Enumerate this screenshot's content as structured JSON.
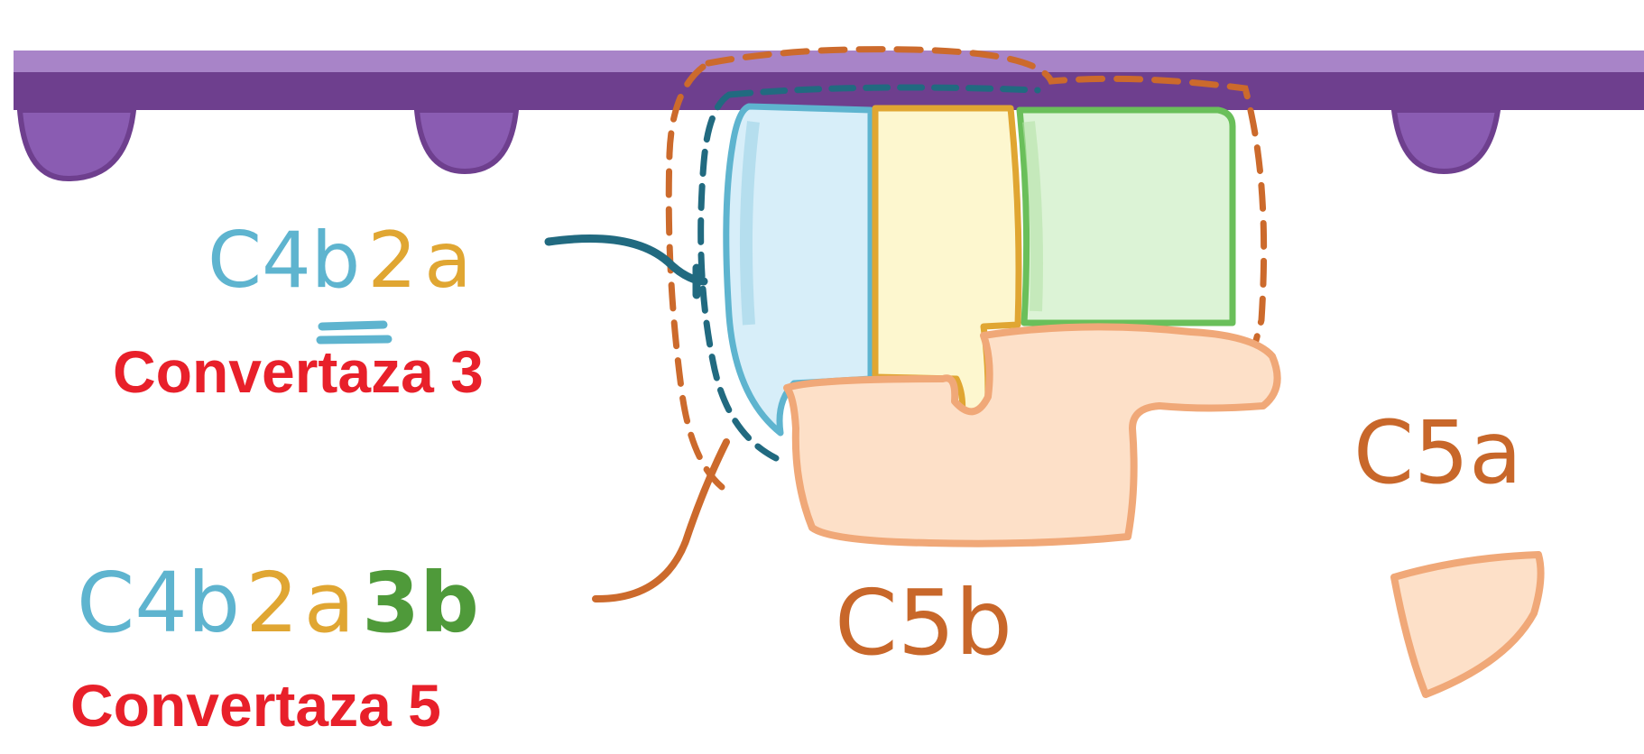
{
  "labels": {
    "c4b2a": [
      {
        "text": "C4",
        "color": "#5eb4cf"
      },
      {
        "text": "b",
        "color": "#5eb4cf"
      },
      {
        "text": "2",
        "color": "#e0a632"
      },
      {
        "text": "a",
        "color": "#e0a632"
      }
    ],
    "c4b2a3b": [
      {
        "text": "C4",
        "color": "#5eb4cf"
      },
      {
        "text": "b",
        "color": "#5eb4cf"
      },
      {
        "text": "2",
        "color": "#e0a632"
      },
      {
        "text": "a",
        "color": "#e0a632"
      },
      {
        "text": "3",
        "color": "#4f9a3a"
      },
      {
        "text": "b",
        "color": "#4f9a3a"
      }
    ],
    "c5a": "C5a",
    "c5b": "C5b",
    "convertase3": "Convertaza 3",
    "convertase5": "Convertaza 5"
  },
  "colors": {
    "membrane": "#6e3f8e",
    "membrane_top": "#a884c8",
    "blue_fill": "#d7eef9",
    "blue_stroke": "#5eb4cf",
    "yellow_fill": "#fdf7cf",
    "yellow_stroke": "#e0a632",
    "green_fill": "#dcf3d6",
    "green_stroke": "#6abf5a",
    "peach_fill": "#fde0c8",
    "peach_stroke": "#f0a878",
    "orange_dash": "#cc6a2c",
    "teal_dash": "#216a80",
    "label_red": "#e8202a",
    "orange_text": "#c8672a"
  },
  "icons": [
    "membrane",
    "c4b-blob",
    "c2a-blob",
    "c3b-blob",
    "c5b-blob",
    "c5a-blob"
  ]
}
